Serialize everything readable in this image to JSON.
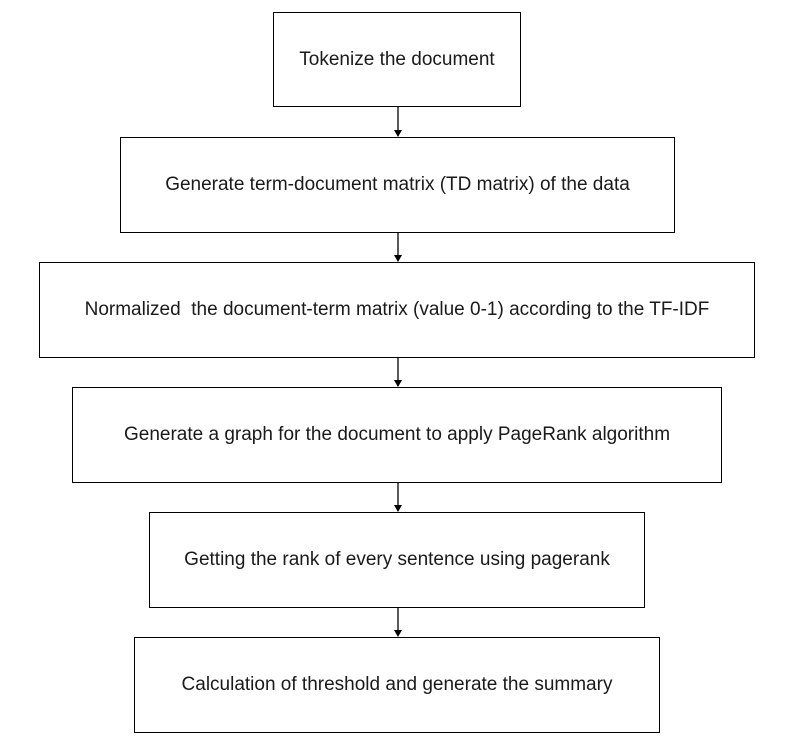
{
  "flowchart": {
    "steps": [
      "Tokenize the document",
      "Generate term-document matrix (TD matrix) of the data",
      "Normalized  the document-term matrix (value 0-1) according to the TF-IDF",
      "Generate a graph for the document to apply PageRank algorithm",
      "Getting the rank of every sentence using pagerank",
      "Calculation of threshold and generate the summary"
    ]
  }
}
